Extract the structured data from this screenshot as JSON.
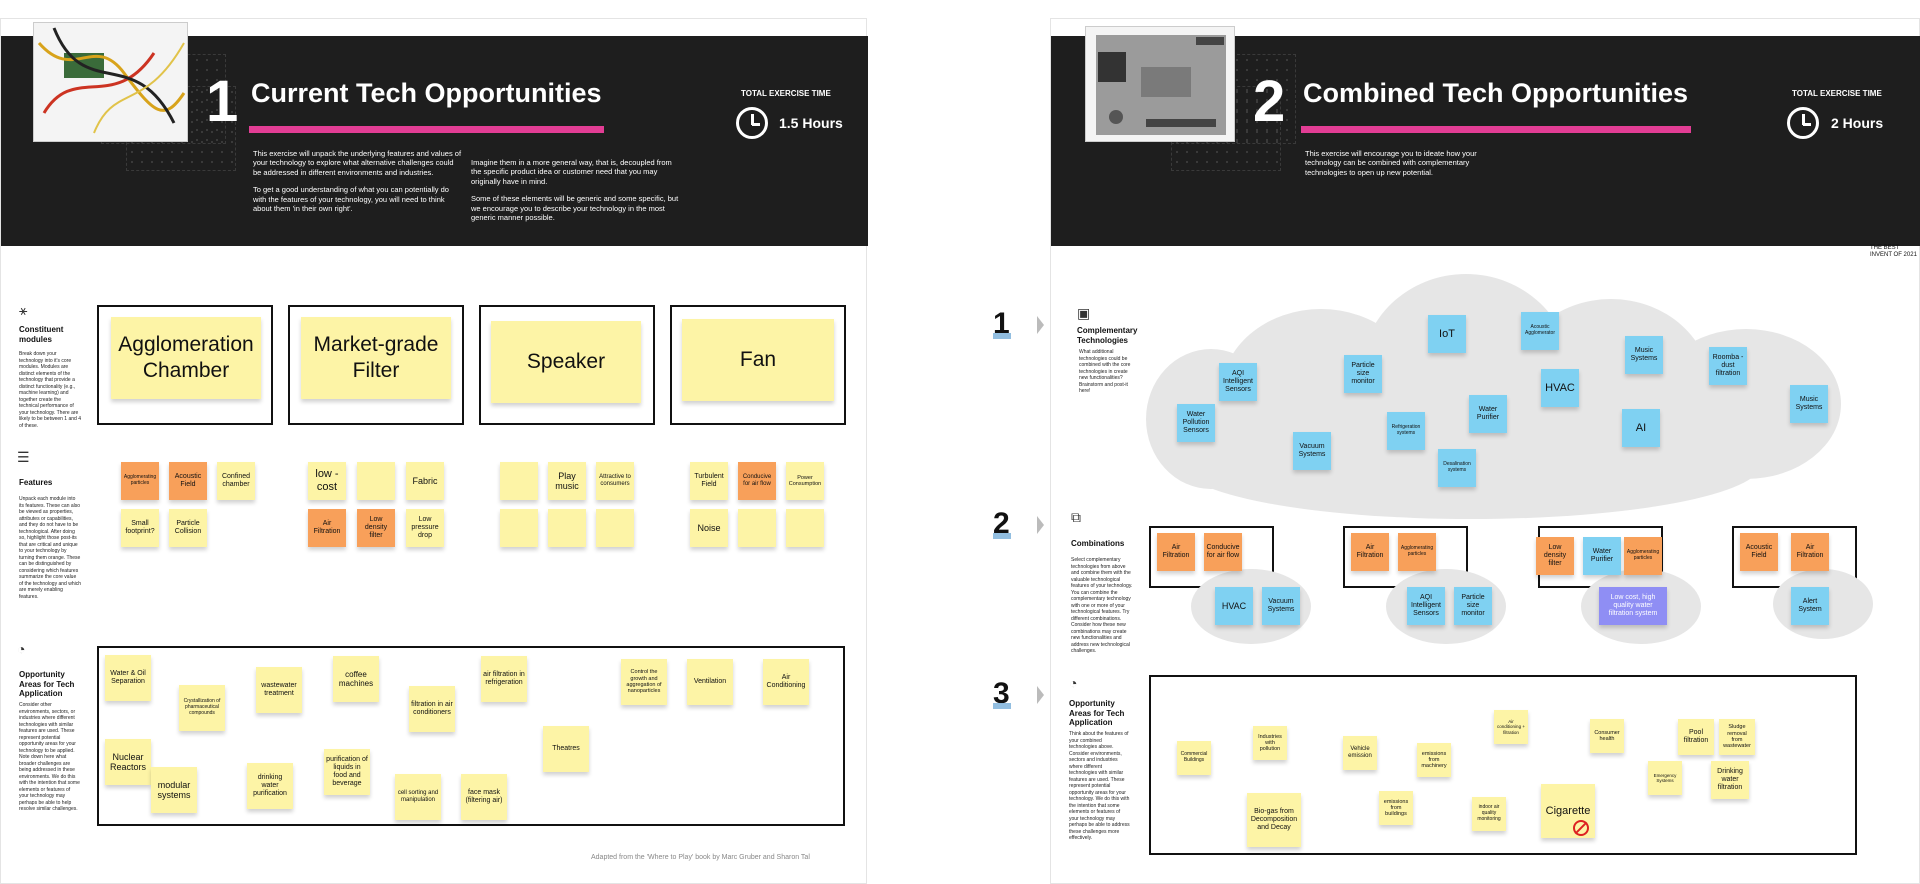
{
  "board1": {
    "number": "1",
    "title": "Current Tech Opportunities",
    "exercise_time_label": "TOTAL EXERCISE TIME",
    "exercise_time": "1.5 Hours",
    "intro_left_1": "This exercise will unpack the underlying features and values of your technology to explore what alternative challenges could be addressed in different environments and industries.",
    "intro_left_2": "To get a good understanding of what you can potentially do with the features of your technology, you will need to think about them 'in their own right'.",
    "intro_right_1": "Imagine them in a more general way, that is, decoupled from the specific product idea or customer need that you may originally have in mind.",
    "intro_right_2": "Some of these elements will be generic and some specific, but we encourage you to describe your technology in the most generic manner possible.",
    "sections": {
      "modules": {
        "icon": "hub-icon",
        "title": "Constituent modules",
        "desc": "Break down your technology into it's core modules. Modules are distinct elements of the technology that provide a distinct functionality (e.g., machine learning) and together create the technical performance of your technology. There are likely to be between 1 and 4 of these."
      },
      "features": {
        "icon": "list-icon",
        "title": "Features",
        "desc": "Unpack each module into its features. These can also be viewed as properties, attributes or capabilities, and they do not have to be technological. After doing so, highlight those post-its that are critical and unique to your technology by turning them orange. These can be distinguished by considering which features summarize the core value of the technology and which are merely enabling features."
      },
      "opportunities": {
        "icon": "pie-chart-icon",
        "title": "Opportunity Areas for Tech Application",
        "desc": "Consider other environments, sectors, or industries where different technologies with similar features are used. These represent potential opportunity areas for your technology to be applied. Note down here what broader challenges are being addressed in these environments. We do this with the intention that some elements or features of your technology may perhaps be able to help resolve similar challenges."
      }
    },
    "modules": [
      "Agglomeration Chamber",
      "Market-grade Filter",
      "Speaker",
      "Fan"
    ],
    "features": {
      "agglomeration": [
        "Agglomerating particles",
        "Acoustic Field",
        "Confined chamber",
        "Small footprint?",
        "Particle Collision"
      ],
      "filter": [
        "low -cost",
        "",
        "Fabric",
        "Air Filtration",
        "Low density filter",
        "Low pressure drop"
      ],
      "speaker": [
        "",
        "Play music",
        "Attractive to consumers",
        "",
        "",
        ""
      ],
      "fan": [
        "Turbulent Field",
        "Conducive for air flow",
        "Power Consumption",
        "Noise",
        "",
        ""
      ]
    },
    "opportunities": [
      "Water & Oil Separation",
      "Crystallization of pharmaceutical compounds",
      "wastewater treatment",
      "coffee machines",
      "filtration in air conditioners",
      "air filtration in refrigeration",
      "Control the growth and aggregation of nanoparticles",
      "Ventilation",
      "Air Conditioning",
      "Nuclear Reactors",
      "modular systems",
      "drinking water purification",
      "purification of liquids in food and beverage",
      "cell sorting and manipulation",
      "face mask (filtering air)",
      "Theatres"
    ],
    "footer": "Adapted from the 'Where to Play' book by Marc Gruber and Sharon Tal"
  },
  "board2": {
    "number": "2",
    "title": "Combined Tech Opportunities",
    "exercise_time_label": "TOTAL EXERCISE TIME",
    "exercise_time": "2 Hours",
    "intro": "This exercise will encourage you to ideate how your technology can be combined with complementary technologies to open up new potential.",
    "row_numbers": [
      "1",
      "2",
      "3"
    ],
    "sections": {
      "complementary": {
        "icon": "chip-icon",
        "title": "Complementary Technologies",
        "desc": "What additional technologies could be combined with the core technologies in create new functionalities? Brainstorm and post-it here!"
      },
      "combinations": {
        "icon": "puzzle-icon",
        "title": "Combinations",
        "desc": "Select complementary technologies from above and combine them with the valuable technological features of your technology. You can combine the complementary technology with one or more of your technological features. Try different combinations. Consider how these new combinations may create new functionalities and address new technological challenges."
      },
      "opportunities": {
        "icon": "pie-chart-icon",
        "title": "Opportunity Areas for Tech Application",
        "desc": "Think about the features of your combined technologies above. Consider environments, sectors and industries where different technologies with similar features are used. These represent potential opportunity areas for your technology. We do this with the intention that some elements or features of your technology may perhaps be able to address these challenges more effectively."
      }
    },
    "cloud_tech": [
      "IoT",
      "Acoustic Agglomerator",
      "Particle size monitor",
      "AQI Intelligent Sensors",
      "Music Systems",
      "Roomba - dust filtration",
      "HVAC",
      "Water Pollution Sensors",
      "Refrigeration systems",
      "Water Purifier",
      "Vacuum Systems",
      "AI",
      "Music Systems",
      "Desalination systems"
    ],
    "combos": {
      "c1": [
        "Air Filtration",
        "Conducive for air flow",
        "HVAC",
        "Vacuum Systems"
      ],
      "c2": [
        "Air Filtration",
        "Agglomerating particles",
        "AQI Intelligent Sensors",
        "Particle size monitor"
      ],
      "c3": [
        "Low density filter",
        "Water Purifier",
        "Agglomerating particles",
        "Low cost, high quality water filtration system"
      ],
      "c4": [
        "Acoustic Field",
        "Air Filtration",
        "Alert System"
      ]
    },
    "opportunities": [
      "Commercial Buildings",
      "Industries with pollution",
      "Vehicle emission",
      "emissions from machinery",
      "Air conditioning + filtration",
      "Consumer health",
      "Pool filtration",
      "Sludge removal from wastewater",
      "Emergency Systems",
      "Drinking water filtration",
      "Bio-gas from Decomposition and Decay",
      "emissions from buildings",
      "indoor air quality monitoring",
      "Cigarette"
    ],
    "edge_text": "THE BEST INVENT OF 2021"
  },
  "colors": {
    "banner": "#1e1e1e",
    "accent": "#e23d94",
    "sticky_yellow": "#fdf4a6",
    "sticky_orange": "#f8a05a",
    "sticky_blue": "#7fd1f2",
    "sticky_purple": "#8f8ef4"
  }
}
